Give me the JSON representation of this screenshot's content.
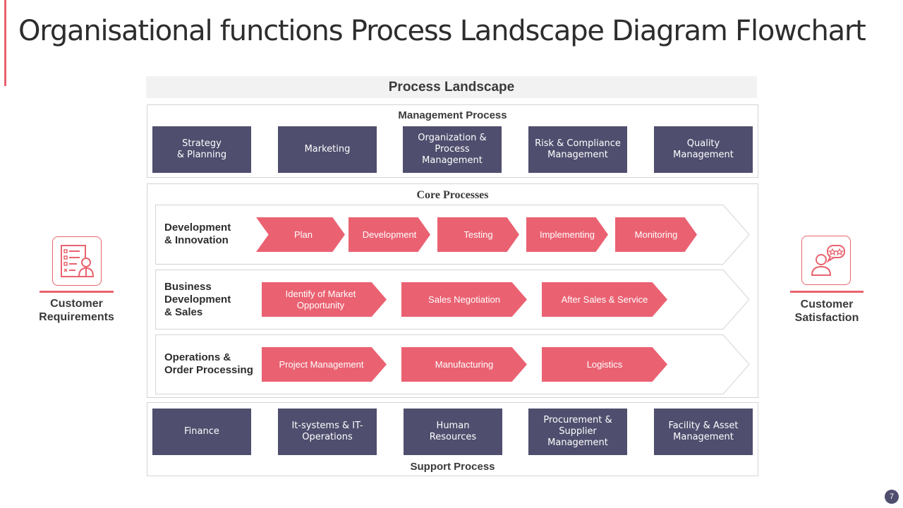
{
  "title": "Organisational functions Process Landscape Diagram Flowchart",
  "landscape_header": "Process Landscape",
  "management": {
    "title": "Management Process",
    "items": [
      "Strategy\n& Planning",
      "Marketing",
      "Organization &\nProcess\nManagement",
      "Risk & Compliance\nManagement",
      "Quality\nManagement"
    ]
  },
  "core": {
    "title": "Core Processes",
    "lanes": [
      {
        "label": "Development\n& Innovation",
        "steps": [
          "Plan",
          "Development",
          "Testing",
          "Implementing",
          "Monitoring"
        ]
      },
      {
        "label": "Business\nDevelopment\n& Sales",
        "steps": [
          "Identify of Market\nOpportunity",
          "Sales Negotiation",
          "After Sales & Service"
        ]
      },
      {
        "label": "Operations &\nOrder Processing",
        "steps": [
          "Project Management",
          "Manufacturing",
          "Logistics"
        ]
      }
    ]
  },
  "support": {
    "title": "Support Process",
    "items": [
      "Finance",
      "It-systems & IT-\nOperations",
      "Human\nResources",
      "Procurement &\nSupplier\nManagement",
      "Facility & Asset\nManagement"
    ]
  },
  "left_side": {
    "label": "Customer\nRequirements",
    "icon": "requirements-document-icon"
  },
  "right_side": {
    "label": "Customer\nSatisfaction",
    "icon": "customer-satisfaction-icon"
  },
  "page_number": "7",
  "colors": {
    "accent": "#e8636f",
    "dark_box": "#4f4e6e",
    "chevron": "#ea6272"
  }
}
